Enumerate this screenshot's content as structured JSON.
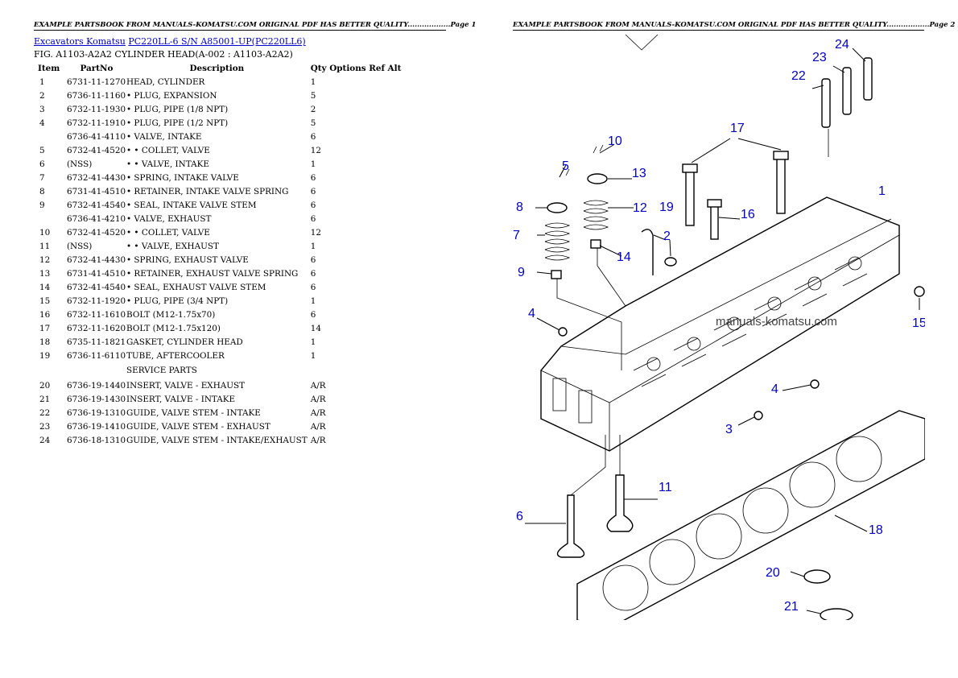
{
  "header": {
    "page1": "EXAMPLE PARTSBOOK FROM MANUALS-KOMATSU.COM ORIGINAL PDF HAS BETTER QUALITY..................Page 1",
    "page2": "EXAMPLE PARTSBOOK FROM MANUALS-KOMATSU.COM ORIGINAL PDF HAS BETTER QUALITY..................Page 2"
  },
  "breadcrumb": {
    "link1": "Excavators Komatsu",
    "link2": "PC220LL-6 S/N A85001-UP(PC220LL6)"
  },
  "figure_title": "FIG. A1103-A2A2 CYLINDER HEAD(A-002 : A1103-A2A2)",
  "table": {
    "headers": {
      "item": "Item",
      "partno": "PartNo",
      "description": "Description",
      "qty": "Qty Options Ref Alt"
    },
    "rows": [
      {
        "item": "1",
        "partno": "6731-11-1270",
        "desc": "HEAD, CYLINDER",
        "qty": "1"
      },
      {
        "item": "2",
        "partno": "6736-11-1160",
        "desc": "• PLUG, EXPANSION",
        "qty": "5"
      },
      {
        "item": "3",
        "partno": "6732-11-1930",
        "desc": "• PLUG, PIPE (1/8 NPT)",
        "qty": "2"
      },
      {
        "item": "4",
        "partno": "6732-11-1910",
        "desc": "• PLUG, PIPE (1/2 NPT)",
        "qty": "5"
      },
      {
        "item": "",
        "partno": "6736-41-4110",
        "desc": "• VALVE, INTAKE",
        "qty": "6"
      },
      {
        "item": "5",
        "partno": "6732-41-4520",
        "desc": "• • COLLET, VALVE",
        "qty": "12"
      },
      {
        "item": "6",
        "partno": "(NSS)",
        "desc": "• • VALVE, INTAKE",
        "qty": "1"
      },
      {
        "item": "7",
        "partno": "6732-41-4430",
        "desc": "• SPRING, INTAKE VALVE",
        "qty": "6"
      },
      {
        "item": "8",
        "partno": "6731-41-4510",
        "desc": "• RETAINER, INTAKE VALVE SPRING",
        "qty": "6"
      },
      {
        "item": "9",
        "partno": "6732-41-4540",
        "desc": "• SEAL, INTAKE VALVE STEM",
        "qty": "6"
      },
      {
        "item": "",
        "partno": "6736-41-4210",
        "desc": "• VALVE, EXHAUST",
        "qty": "6"
      },
      {
        "item": "10",
        "partno": "6732-41-4520",
        "desc": "• • COLLET, VALVE",
        "qty": "12"
      },
      {
        "item": "11",
        "partno": "(NSS)",
        "desc": "• • VALVE, EXHAUST",
        "qty": "1"
      },
      {
        "item": "12",
        "partno": "6732-41-4430",
        "desc": "• SPRING, EXHAUST VALVE",
        "qty": "6"
      },
      {
        "item": "13",
        "partno": "6731-41-4510",
        "desc": "• RETAINER, EXHAUST VALVE SPRING",
        "qty": "6"
      },
      {
        "item": "14",
        "partno": "6732-41-4540",
        "desc": "• SEAL, EXHAUST VALVE STEM",
        "qty": "6"
      },
      {
        "item": "15",
        "partno": "6732-11-1920",
        "desc": "• PLUG, PIPE (3/4 NPT)",
        "qty": "1"
      },
      {
        "item": "16",
        "partno": "6732-11-1610",
        "desc": "BOLT (M12-1.75x70)",
        "qty": "6"
      },
      {
        "item": "17",
        "partno": "6732-11-1620",
        "desc": "BOLT (M12-1.75x120)",
        "qty": "14"
      },
      {
        "item": "18",
        "partno": "6735-11-1821",
        "desc": "GASKET, CYLINDER HEAD",
        "qty": "1"
      },
      {
        "item": "19",
        "partno": "6736-11-6110",
        "desc": "TUBE, AFTERCOOLER",
        "qty": "1"
      }
    ],
    "service_label": "SERVICE PARTS",
    "service_rows": [
      {
        "item": "20",
        "partno": "6736-19-1440",
        "desc": "INSERT, VALVE - EXHAUST",
        "qty": "A/R"
      },
      {
        "item": "21",
        "partno": "6736-19-1430",
        "desc": "INSERT, VALVE - INTAKE",
        "qty": "A/R"
      },
      {
        "item": "22",
        "partno": "6736-19-1310",
        "desc": "GUIDE, VALVE STEM - INTAKE",
        "qty": "A/R"
      },
      {
        "item": "23",
        "partno": "6736-19-1410",
        "desc": "GUIDE, VALVE STEM - EXHAUST",
        "qty": "A/R"
      },
      {
        "item": "24",
        "partno": "6736-18-1310",
        "desc": "GUIDE, VALVE STEM - INTAKE/EXHAUST",
        "qty": "A/R"
      }
    ]
  },
  "diagram": {
    "watermark": "manuals-komatsu.com",
    "callouts": [
      "1",
      "2",
      "3",
      "4",
      "4",
      "5",
      "6",
      "7",
      "8",
      "9",
      "10",
      "11",
      "12",
      "13",
      "14",
      "15",
      "16",
      "17",
      "18",
      "19",
      "20",
      "21",
      "22",
      "23",
      "24"
    ],
    "colors": {
      "callout": "#0000cc"
    }
  }
}
